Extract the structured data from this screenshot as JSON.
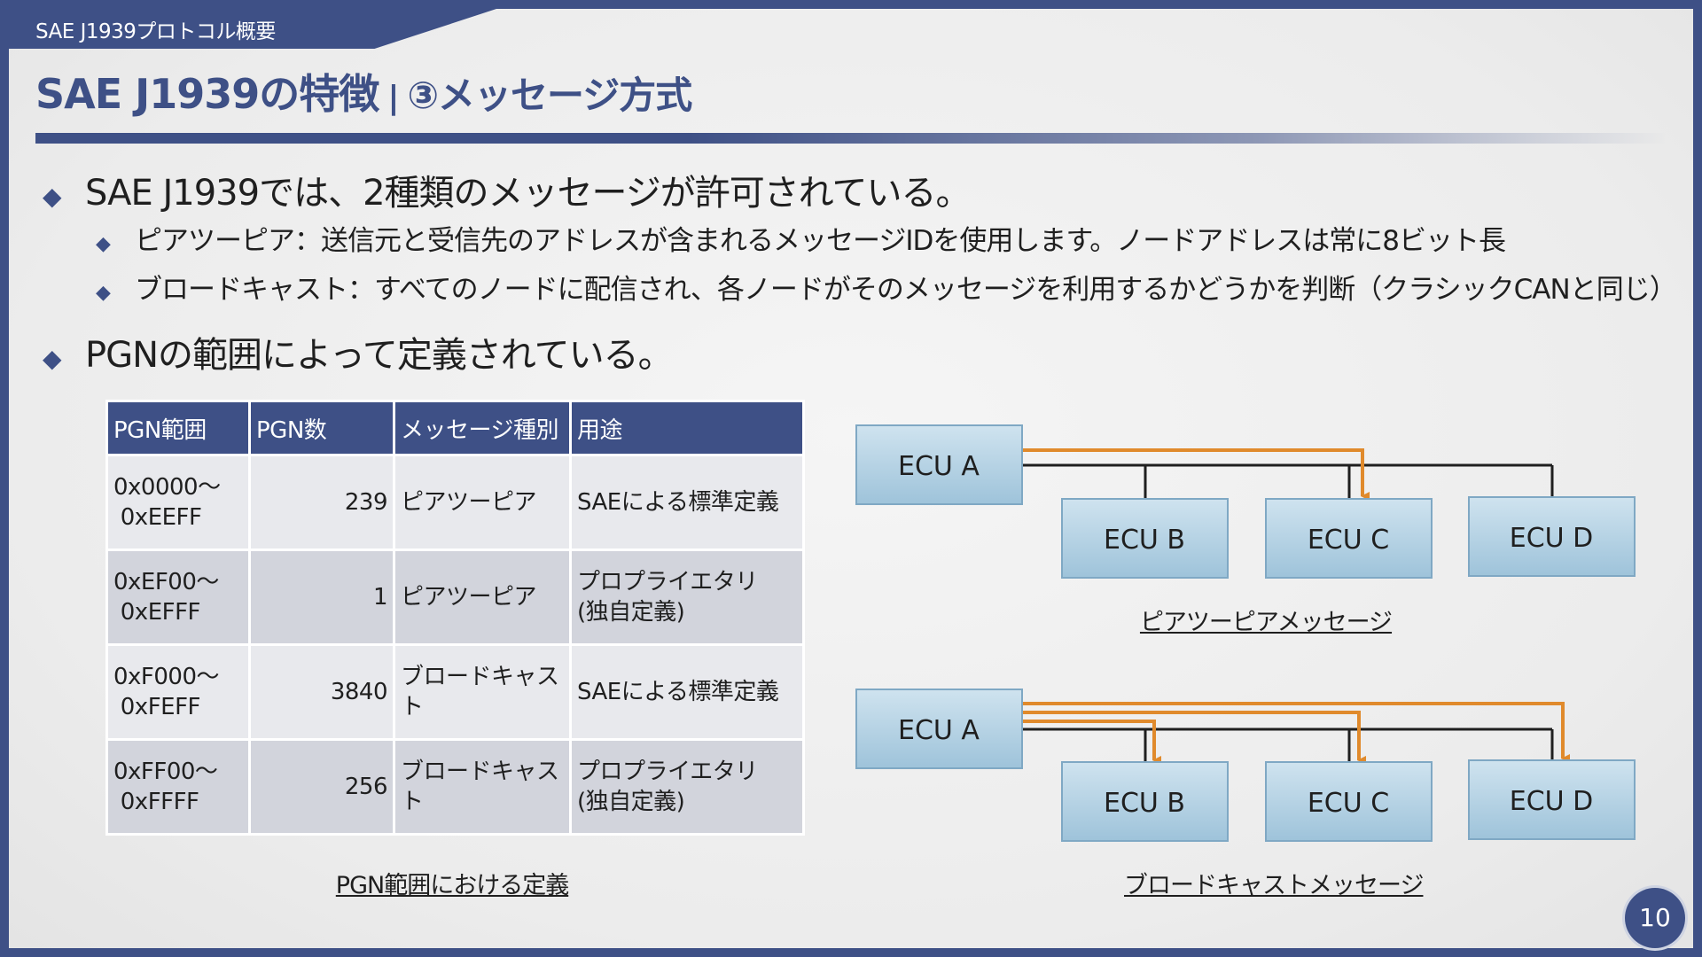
{
  "header": {
    "section": "SAE J1939プロトコル概要"
  },
  "title": {
    "main": "SAE J1939の特徴",
    "separator": "|",
    "sub": "③メッセージ方式"
  },
  "bullets": [
    {
      "text": "SAE J1939では、2種類のメッセージが許可されている。"
    },
    {
      "text": "ピアツーピア：送信元と受信先のアドレスが含まれるメッセージIDを使用します。ノードアドレスは常に8ビット長"
    },
    {
      "text": "ブロードキャスト：すべてのノードに配信され、各ノードがそのメッセージを利用するかどうかを判断（クラシックCANと同じ）"
    },
    {
      "text": "PGNの範囲によって定義されている。"
    }
  ],
  "bullet_marks": {
    "large": "◆",
    "small": "◆"
  },
  "table": {
    "headers": [
      "PGN範囲",
      "PGN数",
      "メッセージ種別",
      "用途"
    ],
    "rows": [
      {
        "range_start": "0x0000～",
        "range_end": "0xEEFF",
        "count": "239",
        "type": "ピアツーピア",
        "use_1": "SAEによる標準定義",
        "use_2": ""
      },
      {
        "range_start": "0xEF00～",
        "range_end": "0xEFFF",
        "count": "1",
        "type": "ピアツーピア",
        "use_1": "プロプライエタリ",
        "use_2": "(独自定義)"
      },
      {
        "range_start": "0xF000～",
        "range_end": "0xFEFF",
        "count": "3840",
        "type": "ブロードキャスト",
        "use_1": "SAEによる標準定義",
        "use_2": ""
      },
      {
        "range_start": "0xFF00～",
        "range_end": "0xFFFF",
        "count": "256",
        "type": "ブロードキャスト",
        "use_1": "プロプライエタリ",
        "use_2": "(独自定義)"
      }
    ],
    "caption": "PGN範囲における定義"
  },
  "diagrams": {
    "p2p": {
      "caption": "ピアツーピアメッセージ",
      "source": "ECU A",
      "nodes": [
        "ECU B",
        "ECU C",
        "ECU D"
      ]
    },
    "broadcast": {
      "caption": "ブロードキャストメッセージ",
      "source": "ECU A",
      "nodes": [
        "ECU B",
        "ECU C",
        "ECU D"
      ]
    }
  },
  "colors": {
    "brand": "#3e5086",
    "arrow": "#e08a2c",
    "ecu_box": "#aecde0"
  },
  "page_number": "10"
}
